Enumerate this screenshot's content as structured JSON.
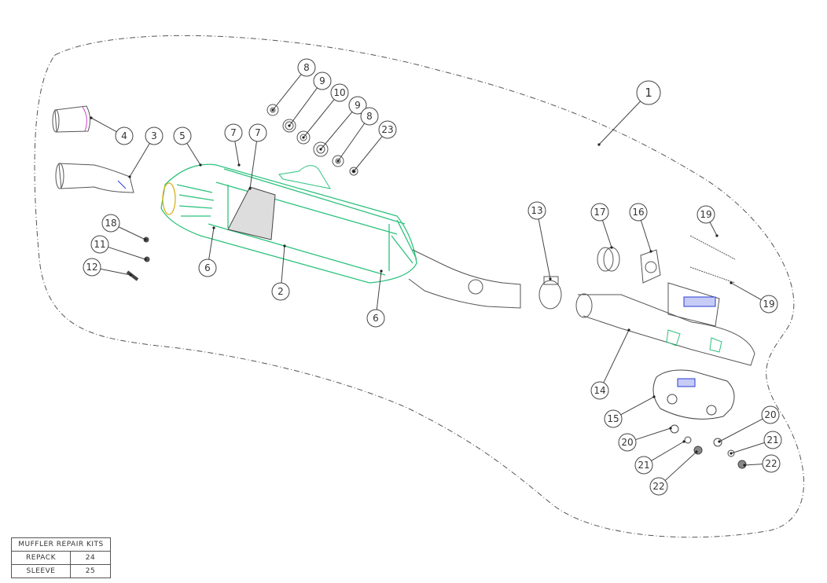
{
  "diagram": {
    "callouts": [
      "1",
      "4",
      "3",
      "5",
      "7",
      "7",
      "8",
      "9",
      "10",
      "9",
      "8",
      "23",
      "13",
      "17",
      "16",
      "19",
      "19",
      "18",
      "11",
      "12",
      "6",
      "2",
      "6",
      "14",
      "15",
      "20",
      "21",
      "22",
      "20",
      "21",
      "22"
    ]
  },
  "repair_kits": {
    "title": "MUFFLER REPAIR KITS",
    "rows": [
      {
        "label": "REPACK",
        "value": "24"
      },
      {
        "label": "SLEEVE",
        "value": "25"
      }
    ]
  },
  "colors": {
    "muffler": "#2ec27e",
    "line": "#555555",
    "accent_blue": "#2a3dd6",
    "accent_yellow": "#d4b21a",
    "accent_magenta": "#d040d0"
  }
}
